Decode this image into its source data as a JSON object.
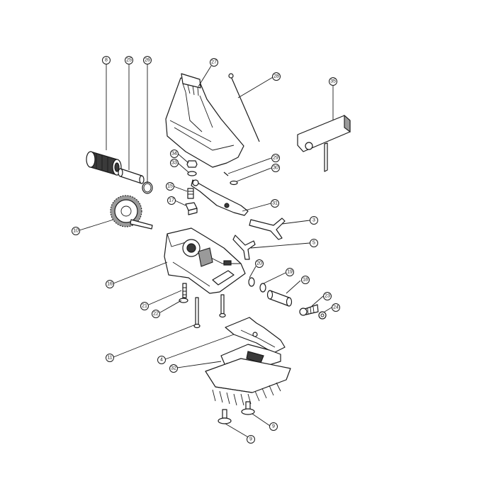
{
  "callouts": [
    {
      "id": "c8",
      "label": "8"
    },
    {
      "id": "c25",
      "label": "25"
    },
    {
      "id": "c26",
      "label": "26"
    },
    {
      "id": "c27",
      "label": "27"
    },
    {
      "id": "c28",
      "label": "28"
    },
    {
      "id": "c35",
      "label": "35"
    },
    {
      "id": "c34",
      "label": "34"
    },
    {
      "id": "c33",
      "label": "33"
    },
    {
      "id": "c29",
      "label": "29"
    },
    {
      "id": "c30",
      "label": "30"
    },
    {
      "id": "c15",
      "label": "15"
    },
    {
      "id": "c17",
      "label": "17"
    },
    {
      "id": "c31",
      "label": "31"
    },
    {
      "id": "c3",
      "label": "3"
    },
    {
      "id": "c10",
      "label": "10"
    },
    {
      "id": "c5",
      "label": "5"
    },
    {
      "id": "c20",
      "label": "20"
    },
    {
      "id": "c19",
      "label": "19"
    },
    {
      "id": "c18",
      "label": "18"
    },
    {
      "id": "c16",
      "label": "16"
    },
    {
      "id": "c21",
      "label": "21"
    },
    {
      "id": "c22",
      "label": "22"
    },
    {
      "id": "c23",
      "label": "23"
    },
    {
      "id": "c24",
      "label": "24"
    },
    {
      "id": "c11",
      "label": "11"
    },
    {
      "id": "c4",
      "label": "4"
    },
    {
      "id": "c32",
      "label": "32"
    },
    {
      "id": "c9a",
      "label": "9"
    },
    {
      "id": "c9b",
      "label": "9"
    }
  ]
}
